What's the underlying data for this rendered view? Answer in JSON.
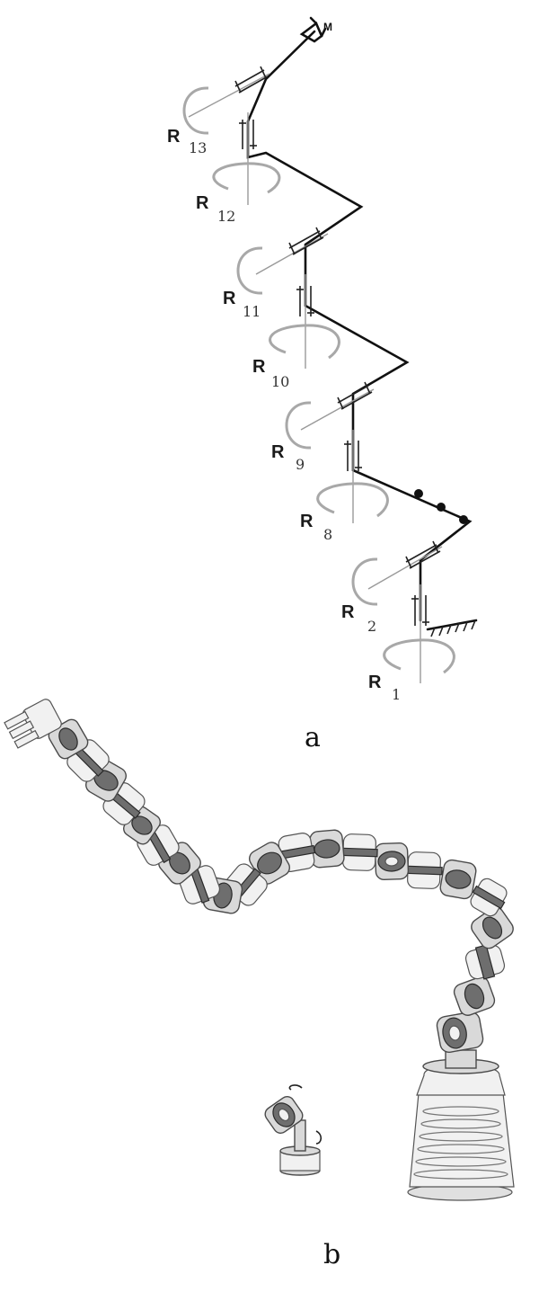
{
  "panel_a": {
    "caption": "a",
    "end_effector_label": "M",
    "joint_letter": "R",
    "joints": [
      "13",
      "12",
      "11",
      "10",
      "9",
      "8",
      "2",
      "1"
    ]
  },
  "panel_b": {
    "caption": "b"
  }
}
